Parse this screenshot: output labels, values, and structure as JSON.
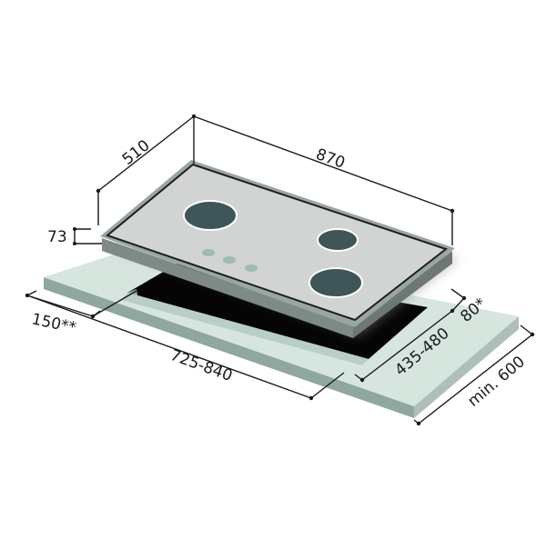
{
  "diagram": {
    "title": "Gas hob built-in installation dimensions",
    "units": "mm",
    "dimensions": {
      "width": "870",
      "depth": "510",
      "height": "73",
      "front_margin": "150**",
      "back_margin": "80*",
      "cutout_width": "725-840",
      "cutout_depth": "435-480",
      "counter_depth": "min. 600"
    },
    "burners": [
      {
        "name": "large-left"
      },
      {
        "name": "small-right-back"
      },
      {
        "name": "large-right-front"
      }
    ],
    "control_knobs": 3,
    "colors": {
      "counter_top": "#d6e6df",
      "counter_side": "#8fa79e",
      "hob_surface": "#d2d3d3",
      "hob_frame": "#8e9a97",
      "burner": "#3f5557",
      "knob": "#9dbcb0",
      "cutout": "#050505",
      "dimension_line": "#1a1a1a"
    }
  }
}
